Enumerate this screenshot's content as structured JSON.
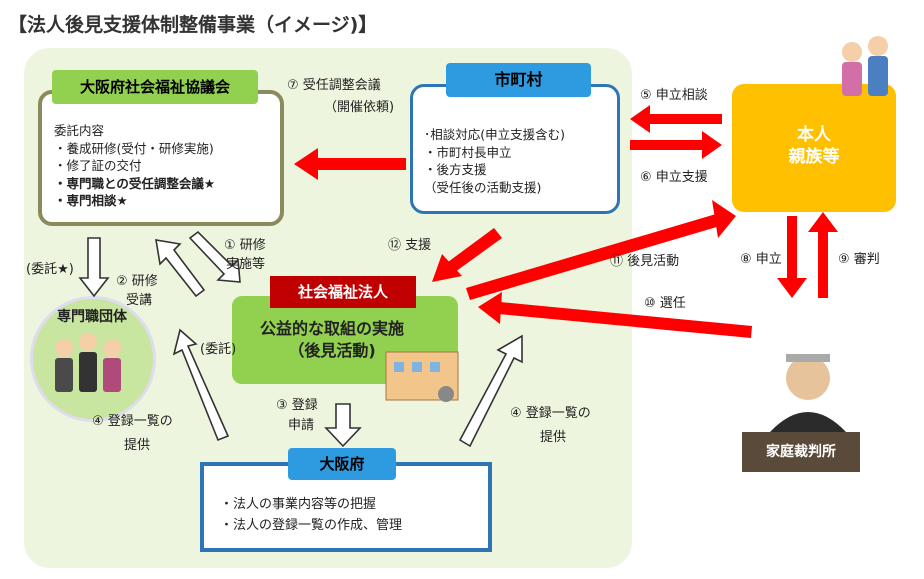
{
  "title": "【法人後見支援体制整備事業（イメージ)】",
  "council": {
    "label": "大阪府社会福祉協議会",
    "lines": [
      "委託内容",
      "・養成研修(受付・研修実施)",
      "・修了証の交付",
      "・専門職との受任調整会議★",
      "・専門相談★"
    ]
  },
  "city": {
    "label": "市町村",
    "lines": [
      "･相談対応(申立支援含む)",
      "・市町村長申立",
      "・後方支援",
      "（受任後の活動支援)"
    ]
  },
  "person": {
    "line1": "本人",
    "line2": "親族等"
  },
  "corp": {
    "label": "社会福祉法人",
    "main1": "公益的な取組の実施",
    "main2": "（後見活動)"
  },
  "pref": {
    "label": "大阪府",
    "lines": [
      "・法人の事業内容等の把握",
      "・法人の登録一覧の作成、管理"
    ]
  },
  "prof": {
    "label": "専門職団体"
  },
  "court": {
    "label": "家庭裁判所"
  },
  "arrows": {
    "a7": "⑦ 受任調整会議",
    "a7b": "（開催依頼)",
    "a5": "⑤ 申立相談",
    "a6": "⑥ 申立支援",
    "a1": "① 研修",
    "a1b": "実施等",
    "a2": "② 研修",
    "a2b": "受講",
    "itaku_star": "(委託★)",
    "itaku": "(委託)",
    "a12": "⑫ 支援",
    "a11": "⑪ 後見活動",
    "a8": "⑧ 申立",
    "a9": "⑨ 審判",
    "a10": "⑩ 選任",
    "a3": "③ 登録",
    "a3b": "申請",
    "a4l": "④ 登録一覧の",
    "a4lb": "提供",
    "a4r": "④ 登録一覧の",
    "a4rb": "提供"
  }
}
